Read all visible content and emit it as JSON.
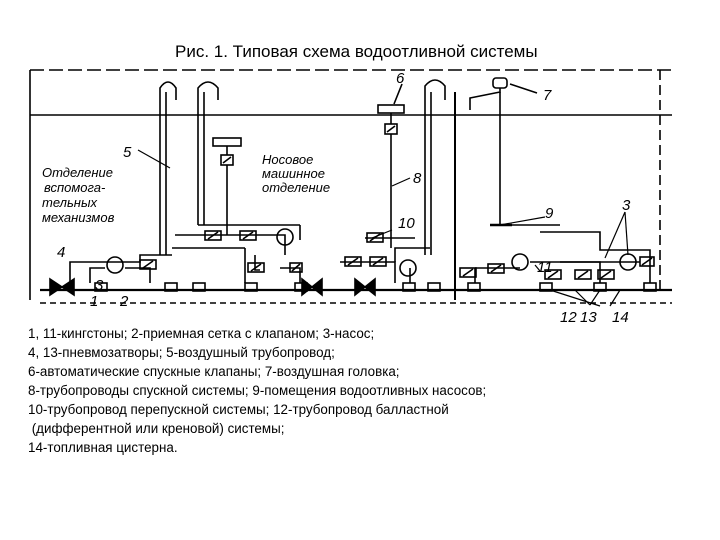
{
  "title": "Рис. 1. Типовая схема водоотливной системы",
  "diagram": {
    "room_labels": {
      "aux": [
        "Отделение",
        "вспомога-",
        "тельных",
        "механизмов"
      ],
      "bow": [
        "Носовое",
        "машинное",
        "отделение"
      ]
    },
    "callouts": [
      "1",
      "2",
      "3",
      "4",
      "5",
      "6",
      "7",
      "8",
      "9",
      "10",
      "11",
      "3",
      "12",
      "13",
      "14"
    ]
  },
  "legend": [
    "1, 11-кингстоны; 2-приемная сетка с клапаном; 3-насос;",
    "4, 13-пневмозатворы; 5-воздушный трубопровод;",
    "6-автоматические спускные клапаны; 7-воздушная головка;",
    "8-трубопроводы спускной системы; 9-помещения водоотливных насосов;",
    "10-трубопровод перепускной системы; 12-трубопровод балластной",
    " (дифферентной или креновой) системы;",
    "14-топливная цистерна."
  ]
}
